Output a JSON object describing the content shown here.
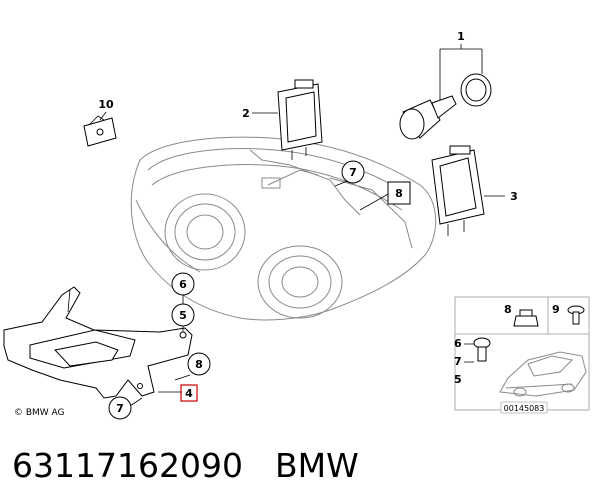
{
  "callouts": {
    "c1": "1",
    "c2": "2",
    "c3": "3",
    "c4": "4",
    "c5": "5",
    "c6": "6",
    "c7a": "7",
    "c7b": "7",
    "c8a": "8",
    "c8b": "8",
    "c10": "10"
  },
  "inset": {
    "n8": "8",
    "n9": "9",
    "n6": "6",
    "n7": "7",
    "n5": "5",
    "doc_id": "00145083"
  },
  "copyright": "© BMW AG",
  "caption": {
    "part_number": "63117162090",
    "brand": "BMW"
  },
  "colors": {
    "highlight_box": "#cc0000"
  }
}
